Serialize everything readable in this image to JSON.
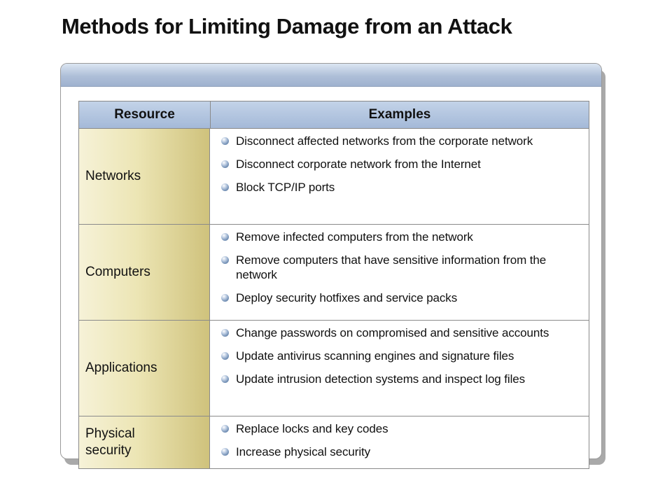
{
  "title": "Methods for Limiting Damage from an Attack",
  "table": {
    "headers": {
      "resource": "Resource",
      "examples": "Examples"
    },
    "rows": [
      {
        "resource": "Networks",
        "examples": [
          "Disconnect affected networks from the corporate network",
          "Disconnect corporate network from the Internet",
          "Block TCP/IP ports"
        ]
      },
      {
        "resource": "Computers",
        "examples": [
          "Remove infected computers from the network",
          "Remove computers that have sensitive information from the network",
          "Deploy security hotfixes and service packs"
        ]
      },
      {
        "resource": "Applications",
        "examples": [
          "Change passwords on compromised and sensitive accounts",
          "Update antivirus scanning engines and signature files",
          "Update intrusion detection systems and inspect log files"
        ]
      },
      {
        "resource": "Physical security",
        "examples": [
          "Replace locks and key codes",
          "Increase physical security"
        ]
      }
    ]
  },
  "colors": {
    "header_fill": "#a4b9d8",
    "resource_fill": "#ece5b4",
    "border": "#8a8a8a"
  }
}
